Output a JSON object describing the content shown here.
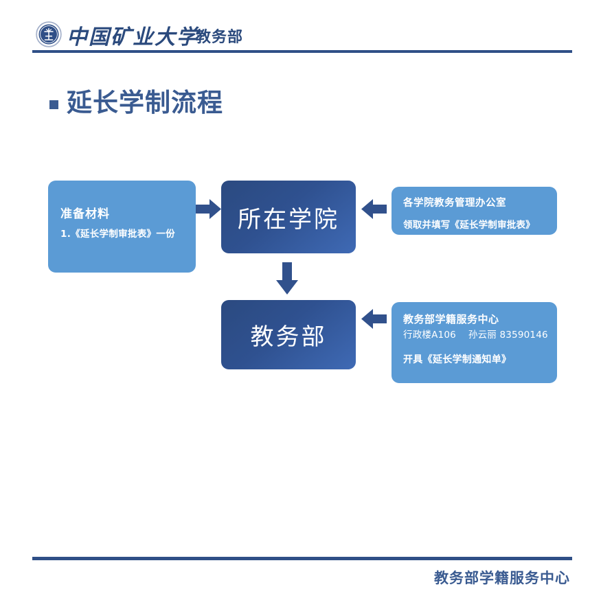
{
  "header": {
    "logo_alt": "china-university-of-mining-and-technology-seal",
    "university_name": "中国矿业大学",
    "department": "教务部",
    "rule_color": "#2f4f87"
  },
  "slide": {
    "title": "延长学制流程",
    "title_color": "#3a5b91"
  },
  "flow": {
    "prepare": {
      "title": "准备材料",
      "item": "1.《延长学制审批表》一份",
      "color": "#5b9bd5"
    },
    "college_node": {
      "label": "所在学院",
      "color": "#2f5190"
    },
    "college_info": {
      "line1": "各学院教务管理办公室",
      "line2": "领取并填写《延长学制审批表》",
      "color": "#2e7cc0"
    },
    "jwb_node": {
      "label": "教务部",
      "color": "#2f5190"
    },
    "jwb_info": {
      "title": "教务部学籍服务中心",
      "contact": "行政楼A106    孙云丽 83590146",
      "action": "开具《延长学制通知单》",
      "color": "#2e7cc0"
    },
    "arrows": {
      "prepare_to_college": "arrow-right-icon",
      "college_info_to_college": "arrow-left-icon",
      "college_to_jwb": "arrow-down-icon",
      "jwb_info_to_jwb": "arrow-left-icon",
      "color": "#31518c"
    }
  },
  "footer": {
    "text": "教务部学籍服务中心",
    "rule_color": "#2f4f87"
  }
}
